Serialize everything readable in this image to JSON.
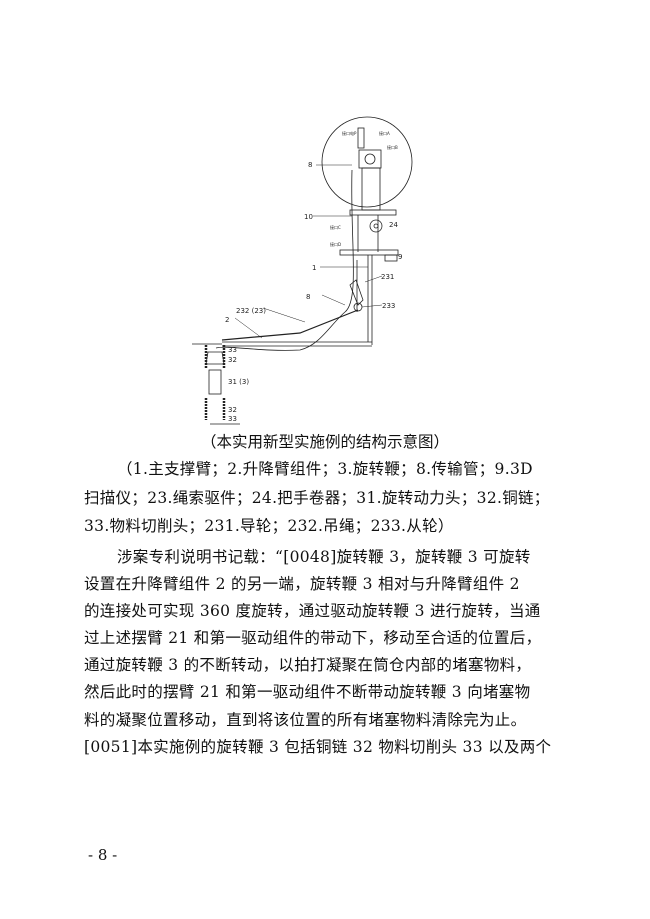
{
  "figure": {
    "labels": {
      "l8a": "8",
      "l10": "10",
      "l24": "24",
      "l9": "9",
      "l1": "1",
      "l231": "231",
      "l8b": "8",
      "l233": "233",
      "l232": "232 (23)",
      "l2": "2",
      "l33a": "33",
      "l32a": "32",
      "l31": "31 (3)",
      "l32b": "32",
      "l33b": "33",
      "pE": "接口电P",
      "pA": "接口A",
      "pB": "接口B",
      "pC": "接口C",
      "pD": "接口D"
    }
  },
  "caption": "（本实用新型实施例的结构示意图）",
  "legend_lines": [
    "（1.主支撑臂；2.升降臂组件；3.旋转鞭；8.传输管；9.3D",
    "扫描仪；23.绳索驱件；24.把手卷器；31.旋转动力头；32.铜链；",
    "33.物料切削头；231.导轮；232.吊绳；233.从轮）"
  ],
  "body_lines": [
    "涉案专利说明书记载：“[0048]旋转鞭 3，旋转鞭 3 可旋转",
    "设置在升降臂组件 2 的另一端，旋转鞭 3 相对与升降臂组件 2",
    "的连接处可实现 360 度旋转，通过驱动旋转鞭 3 进行旋转，当通",
    "过上述摆臂 21 和第一驱动组件的带动下，移动至合适的位置后，",
    "通过旋转鞭 3 的不断转动，以拍打凝聚在筒仓内部的堵塞物料，",
    "然后此时的摆臂 21 和第一驱动组件不断带动旋转鞭 3 向堵塞物",
    "料的凝聚位置移动，直到将该位置的所有堵塞物料清除完为止。",
    "[0051]本实施例的旋转鞭 3 包括铜链 32 物料切削头 33 以及两个"
  ],
  "page_number": "- 8 -"
}
